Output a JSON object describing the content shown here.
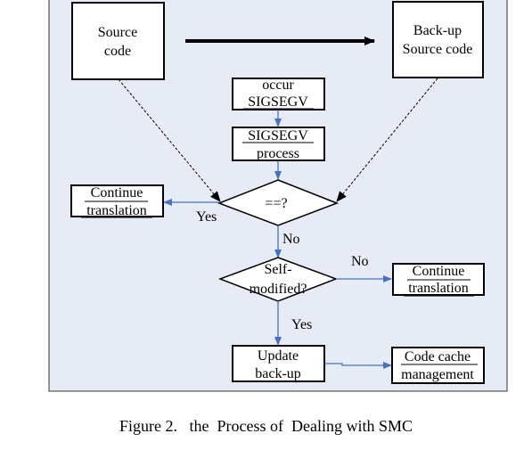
{
  "diagram": {
    "nodes": {
      "source": {
        "line1": "Source",
        "line2": "code"
      },
      "backup": {
        "line1": "Back-up",
        "line2": "Source code"
      },
      "occur": {
        "line1": "occur",
        "line2": "SIGSEGV"
      },
      "process": {
        "line1": "SIGSEGV",
        "line2": "process"
      },
      "compare": {
        "label": "==?"
      },
      "continue_left": {
        "line1": "Continue",
        "line2": "translation"
      },
      "self_modified": {
        "line1": "Self-",
        "line2": "modified?"
      },
      "continue_right": {
        "line1": "Continue",
        "line2": "translation"
      },
      "update": {
        "line1": "Update",
        "line2": "back-up"
      },
      "cache": {
        "line1": "Code cache",
        "line2": "management"
      }
    },
    "edge_labels": {
      "compare_yes": "Yes",
      "compare_no": "No",
      "selfmod_no": "No",
      "selfmod_yes": "Yes"
    },
    "colors": {
      "panel_fill": "#e6ebf5",
      "panel_border": "#333333",
      "flow_arrow": "#4472c4",
      "box_border": "#000000"
    }
  },
  "caption": "Figure 2.   the  Process of  Dealing with SMC"
}
